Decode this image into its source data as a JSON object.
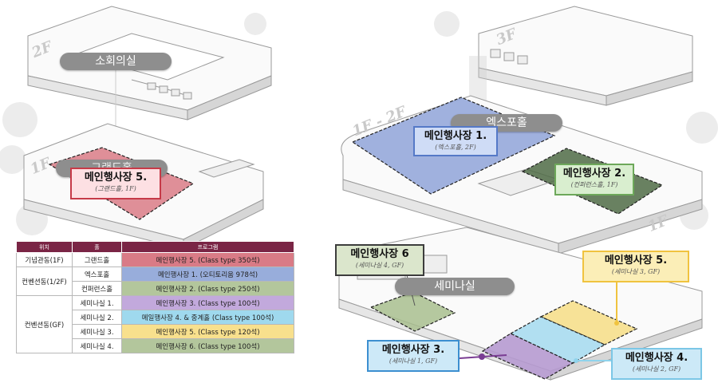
{
  "floors": {
    "left_2f": "2F",
    "left_1f": "1F",
    "right_3f": "3F",
    "right_1f2f": "1F - 2F",
    "right_1f": "1F"
  },
  "pills": {
    "small_hall": "소회의실",
    "grand_hall": "그랜드홀",
    "expo_hall": "엑스포홀",
    "seminar": "세미나실"
  },
  "callouts": [
    {
      "title": "메인행사장 5.",
      "sub": "(그랜드홀, 1F)"
    },
    {
      "title": "메인행사장 1.",
      "sub": "(엑스포홀, 2F)"
    },
    {
      "title": "메인행사장 2.",
      "sub": "(컨퍼런스홀, 1F)"
    },
    {
      "title": "메인행사장 6",
      "sub": "(세미나실 4, GF)"
    },
    {
      "title": "메인행사장 5.",
      "sub": "(세미나실 3, GF)"
    },
    {
      "title": "메인행사장 3.",
      "sub": "(세미나실 1, GF)"
    },
    {
      "title": "메인행사장 4.",
      "sub": "(세미나실 2, GF)"
    }
  ],
  "colors": {
    "red": "#d97b86",
    "blue": "#8fa3d8",
    "green": "#a8be8e",
    "darkgreen": "#4f6b45",
    "purple": "#b69ad0",
    "cyan": "#a9dcef",
    "yellow": "#f6df8c",
    "header": "#7a2545",
    "line_purple": "#7a3d93",
    "line_yellow": "#f0c33f",
    "line_cyan": "#8fd3ec"
  },
  "table": {
    "headers": [
      "위치",
      "홀",
      "프로그램"
    ],
    "rows": [
      {
        "loc": "기념관동(1F)",
        "hall": "그랜드홀",
        "program": "메인행사장 5. (Class type 350석)",
        "color": "#d97b86"
      },
      {
        "loc": "컨벤션동(1/2F)",
        "hall": "엑스포홀",
        "program": "메인행사장 1. (오티토리움 978석)",
        "color": "#98addb"
      },
      {
        "loc": "",
        "hall": "컨퍼런스홀",
        "program": "메인행사장 2. (Class type 250석)",
        "color": "#b3c69c"
      },
      {
        "loc": "컨벤션동(GF)",
        "hall": "세미나실 1.",
        "program": "메인행사장 3. (Class type 100석)",
        "color": "#c2a9dc"
      },
      {
        "loc": "",
        "hall": "세미나실 2.",
        "program": "메일행사장 4. & 중계홀 (Class type 100석)",
        "color": "#9fd9ee"
      },
      {
        "loc": "",
        "hall": "세미나실 3.",
        "program": "메인행사장 5. (Class type 120석)",
        "color": "#f8e08d"
      },
      {
        "loc": "",
        "hall": "세미나실 4.",
        "program": "메인행사장 6. (Class type 100석)",
        "color": "#b3c69c"
      }
    ]
  }
}
